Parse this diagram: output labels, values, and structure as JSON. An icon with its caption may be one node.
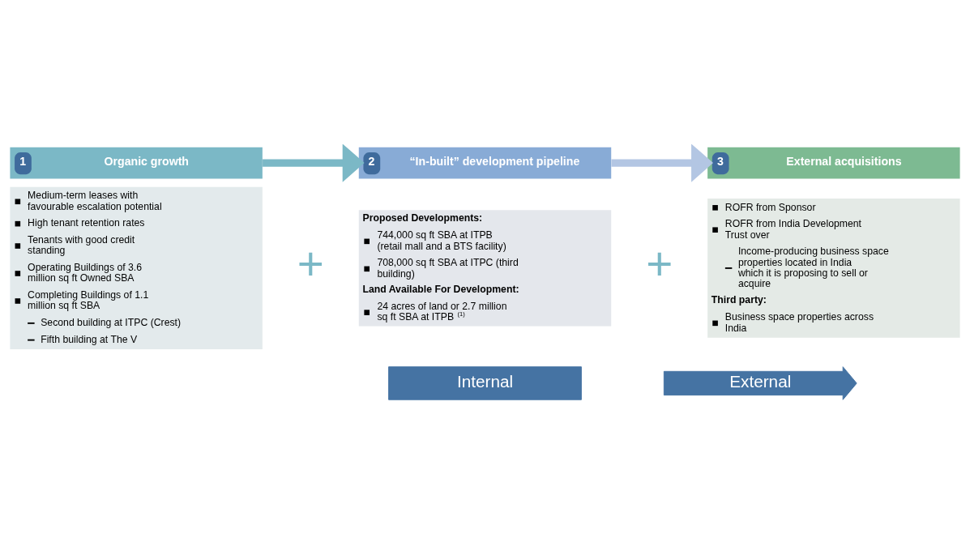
{
  "diagram": {
    "nodes": [
      {
        "text": [
          "1",
          "Organic growth"
        ]
      },
      {
        "text": [
          "Medium-term leases with favourable escalation potential",
          "High tenant retention rates",
          "Tenants with good credit standing",
          "Operating Buildings of 3.6 million sq ft Owned SBA",
          "Completing Buildings of 1.1 million sq ft SBA",
          "Second building at ITPC (Crest)",
          "Fifth building at The V"
        ]
      },
      {
        "text": [
          "2",
          "“In-built” development pipeline"
        ]
      },
      {
        "text": [
          "Proposed Developments:",
          "744,000 sq ft SBA at ITPB (retail mall and a BTS facility)",
          "708,000 sq ft SBA at ITPC (third building)",
          "Land Available For Development:",
          "24 acres of land or 2.7 million sq ft SBA at ITPB$^{(1)}$"
        ]
      },
      {
        "text": [
          "3",
          "External acquisitions"
        ]
      },
      {
        "text": [
          "ROFR from Sponsor",
          "ROFR from India Development Trust over",
          "Income-producing business space properties located in India which it is proposing to sell or acquire",
          "Third party:",
          "Business space properties across India"
        ]
      }
    ],
    "edges": [
      {
        "from": 0,
        "to": 2,
        "arrow": "to",
        "color": "#7bb8c6"
      },
      {
        "from": 2,
        "to": 4,
        "arrow": "to",
        "color": "#b3c6e3"
      }
    ],
    "labels": [
      "+",
      "+",
      "Internal",
      "External"
    ]
  }
}
